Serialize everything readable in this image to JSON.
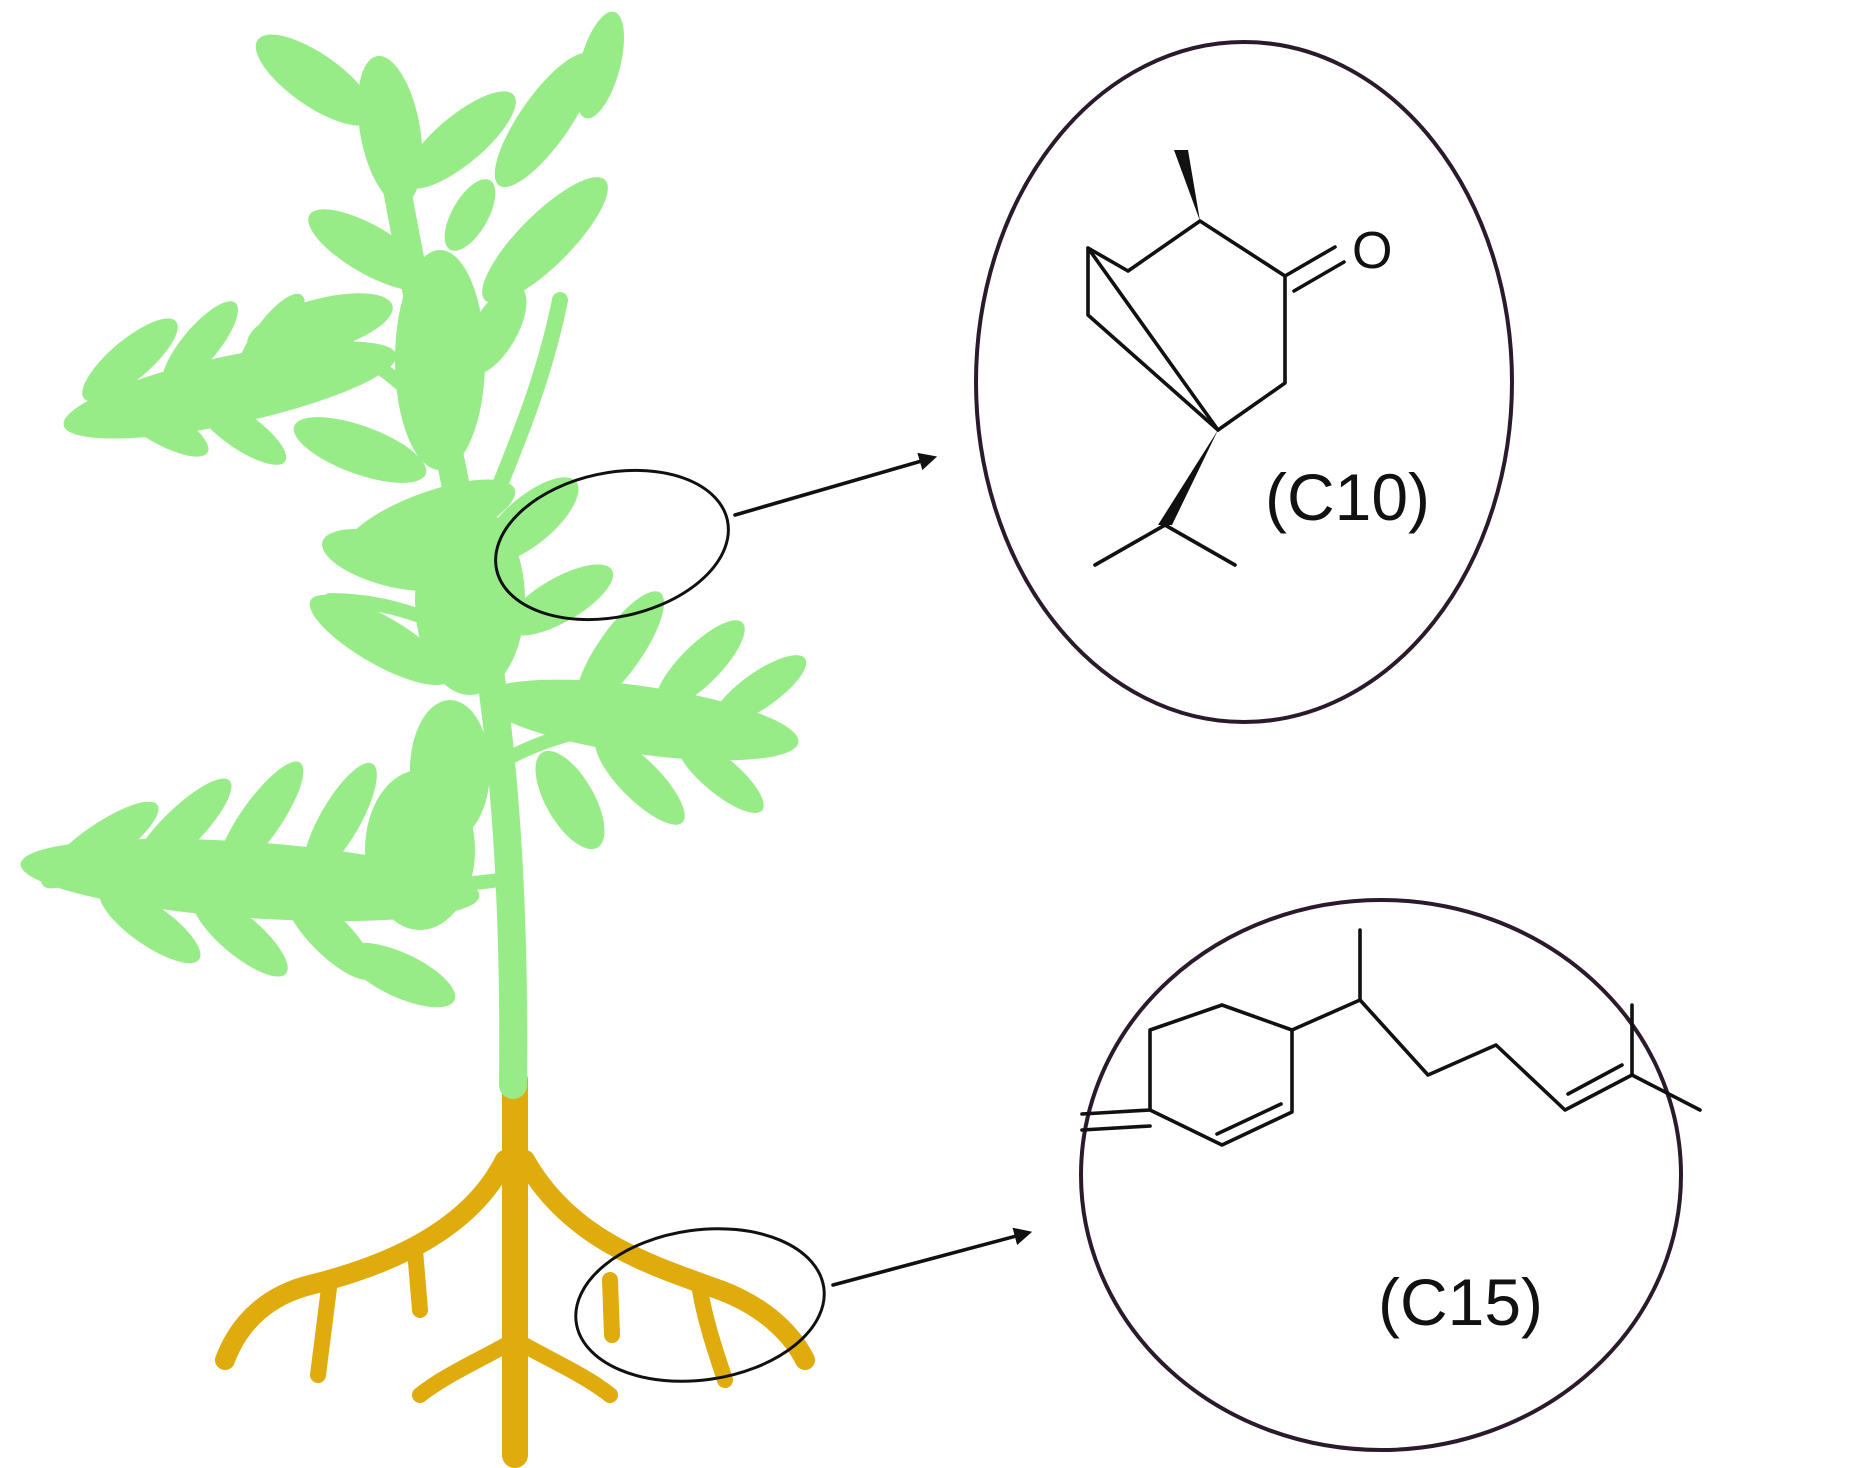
{
  "structures": {
    "upper": {
      "label": "(C10)",
      "atom_o": "O"
    },
    "lower": {
      "label": "(C15)"
    }
  },
  "colors": {
    "foliage": "#97ec88",
    "root": "#dfab0d",
    "outline": "#111111",
    "bubble_border": "#2b1a2b"
  }
}
